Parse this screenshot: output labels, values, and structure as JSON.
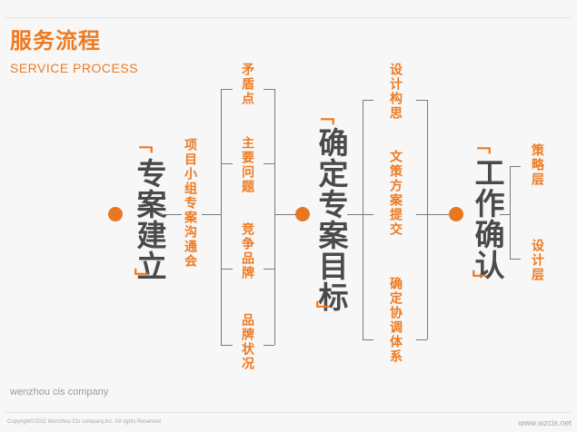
{
  "header": {
    "title_cn": "服务流程",
    "title_en": "SERVICE PROCESS"
  },
  "diagram": {
    "stage1": {
      "label": "专案建立",
      "step": "项目小组专案沟通会"
    },
    "issues": [
      "矛盾点",
      "主要问题",
      "竞争品牌",
      "品牌状况"
    ],
    "stage2": {
      "label": "确定专案目标"
    },
    "tasks": [
      "设计构思",
      "文策方案提交",
      "确定协调体系"
    ],
    "stage3": {
      "label": "工作确认"
    },
    "levels": [
      "策略层",
      "设计层"
    ]
  },
  "footer": {
    "company": "wenzhou cis company",
    "copyright": "Copyright©2011 Wenzhou Cis company,Inc. All rights Reserved",
    "website": "www.wzcis.net"
  },
  "colors": {
    "accent": "#ee7b22",
    "node_text": "#4a4a4a",
    "line": "#7a7a7a"
  }
}
